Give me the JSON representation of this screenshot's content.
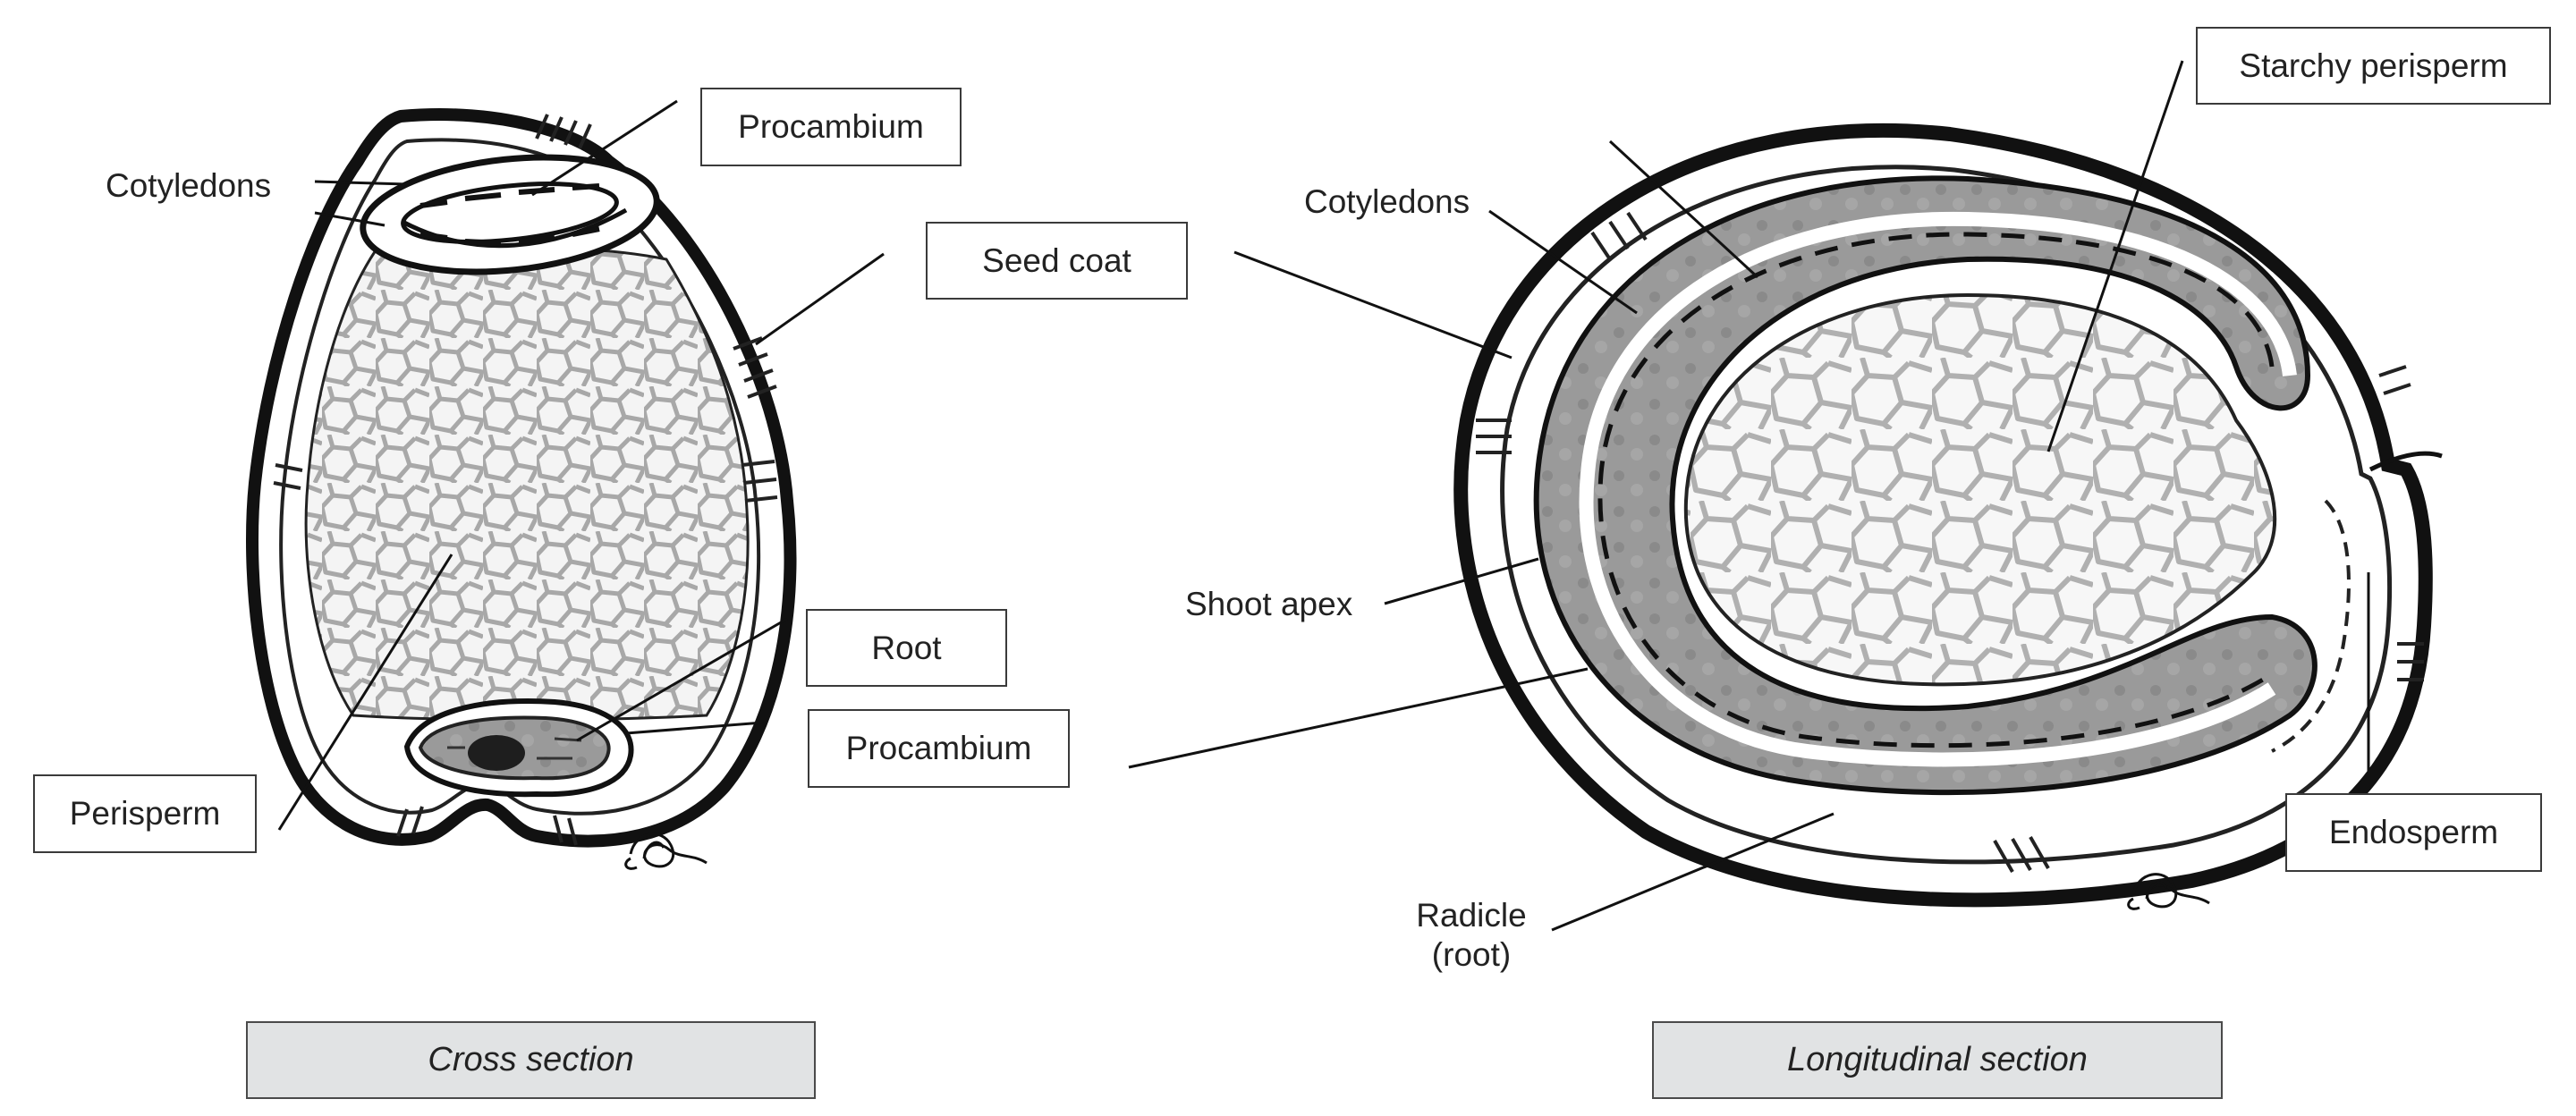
{
  "cross_section": {
    "caption": "Cross section",
    "labels": {
      "cotyledons": "Cotyledons",
      "procambium_top": "Procambium",
      "seed_coat": "Seed coat",
      "perisperm": "Perisperm",
      "root": "Root",
      "procambium_bottom": "Procambium"
    }
  },
  "longitudinal_section": {
    "caption": "Longitudinal section",
    "labels": {
      "starchy_perisperm": "Starchy perisperm",
      "cotyledons": "Cotyledons",
      "shoot_apex": "Shoot apex",
      "endosperm": "Endosperm",
      "radicle": "Radicle",
      "radicle_sub": "(root)"
    }
  },
  "colors": {
    "outline": "#1a1a1a",
    "embryo_fill": "#8f8f8f",
    "perisperm_cell": "#bdbdbd",
    "caption_fill": "#e1e3e4"
  },
  "icons": [
    "artist-signature-icon"
  ]
}
